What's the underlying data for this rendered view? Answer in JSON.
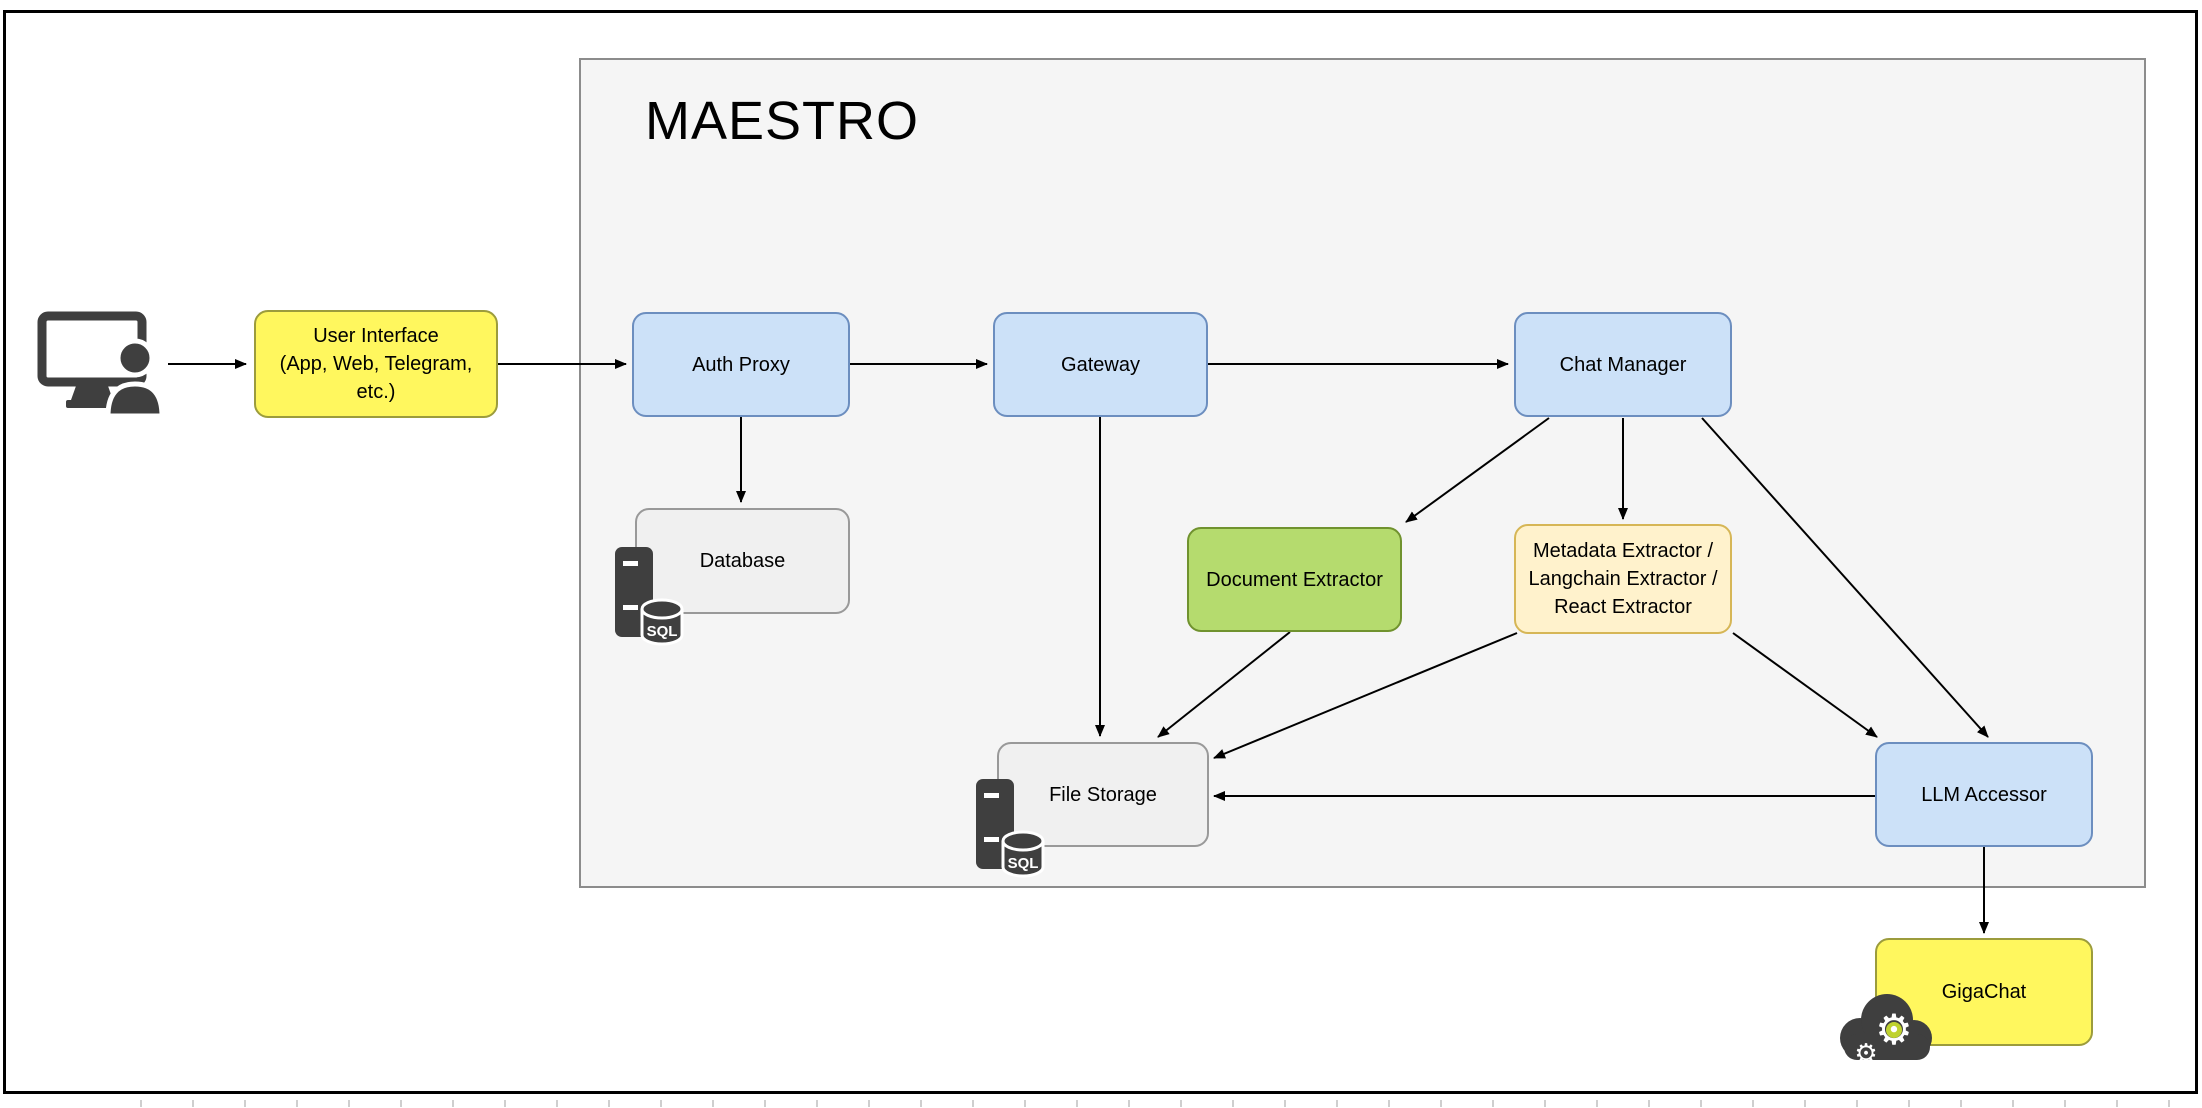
{
  "diagram": {
    "title": "MAESTRO",
    "nodes": {
      "user_interface": {
        "label": "User Interface\n(App, Web, Telegram,\netc.)"
      },
      "auth_proxy": {
        "label": "Auth Proxy"
      },
      "gateway": {
        "label": "Gateway"
      },
      "chat_manager": {
        "label": "Chat Manager"
      },
      "database": {
        "label": "Database"
      },
      "document_extractor": {
        "label": "Document Extractor"
      },
      "metadata_extractor": {
        "label": "Metadata Extractor /\nLangchain Extractor /\nReact Extractor"
      },
      "file_storage": {
        "label": "File Storage"
      },
      "llm_accessor": {
        "label": "LLM Accessor"
      },
      "gigachat": {
        "label": "GigaChat"
      }
    },
    "icons": {
      "user_computer": "user-at-computer",
      "database_server": "sql-database-server",
      "cloud_gears": "cloud-with-gears",
      "sql_label": "SQL",
      "gear_glyph": "⚙"
    },
    "edges": [
      {
        "from": "user",
        "to": "user-interface"
      },
      {
        "from": "user-interface",
        "to": "auth-proxy"
      },
      {
        "from": "auth-proxy",
        "to": "gateway"
      },
      {
        "from": "auth-proxy",
        "to": "database"
      },
      {
        "from": "gateway",
        "to": "chat-manager"
      },
      {
        "from": "gateway",
        "to": "file-storage"
      },
      {
        "from": "chat-manager",
        "to": "document-extractor"
      },
      {
        "from": "chat-manager",
        "to": "metadata-extractor"
      },
      {
        "from": "chat-manager",
        "to": "llm-accessor"
      },
      {
        "from": "document-extractor",
        "to": "file-storage"
      },
      {
        "from": "metadata-extractor",
        "to": "file-storage"
      },
      {
        "from": "metadata-extractor",
        "to": "llm-accessor"
      },
      {
        "from": "llm-accessor",
        "to": "file-storage"
      },
      {
        "from": "llm-accessor",
        "to": "gigachat"
      }
    ],
    "colors": {
      "blue_fill": "#CCE1F8",
      "blue_stroke": "#6C8EBF",
      "yellow_fill": "#FFF75E",
      "yellow_stroke": "#9C9C3C",
      "green_fill": "#B5DB6E",
      "green_stroke": "#70922E",
      "cream_fill": "#FFF2CC",
      "cream_stroke": "#D6B656",
      "gray_fill": "#F0F0F0",
      "gray_stroke": "#999999",
      "container_fill": "#F5F5F5",
      "container_stroke": "#8C8C8C",
      "connector": "#000000",
      "icon_dark": "#3F3F3F"
    }
  }
}
